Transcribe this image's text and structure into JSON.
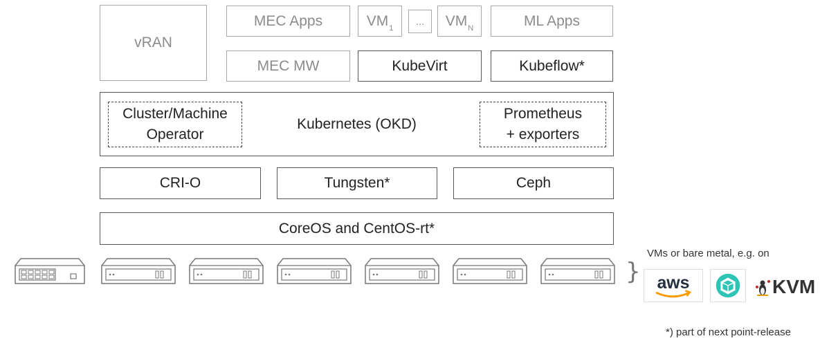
{
  "stack": {
    "vran": "vRAN",
    "mec_apps": "MEC Apps",
    "vm1": "VM",
    "vm1_sub": "1",
    "vm_ellipsis": "...",
    "vmn": "VM",
    "vmn_sub": "N",
    "ml_apps": "ML Apps",
    "mec_mw": "MEC MW",
    "kubevirt": "KubeVirt",
    "kubeflow": "Kubeflow*",
    "kubernetes": "Kubernetes (OKD)",
    "cluster_operator_line1": "Cluster/Machine",
    "cluster_operator_line2": "Operator",
    "prometheus_line1": "Prometheus",
    "prometheus_line2": "+ exporters",
    "crio": "CRI-O",
    "tungsten": "Tungsten*",
    "ceph": "Ceph",
    "coreos": "CoreOS and CentOS-rt*"
  },
  "hardware": {
    "switch_icon": "network-switch-icon",
    "server_icon": "server-icon",
    "server_count": 6
  },
  "platforms": {
    "caption": "VMs or bare metal, e.g. on",
    "aws_logo": "aws",
    "kvm_logo": "KVM"
  },
  "footnote": "*) part of next point-release",
  "colors": {
    "border": "#555555",
    "faint": "#a8a8a8",
    "aws_orange": "#ff9900",
    "aws_text": "#232f3e",
    "cube_teal": "#2ec4b6"
  }
}
